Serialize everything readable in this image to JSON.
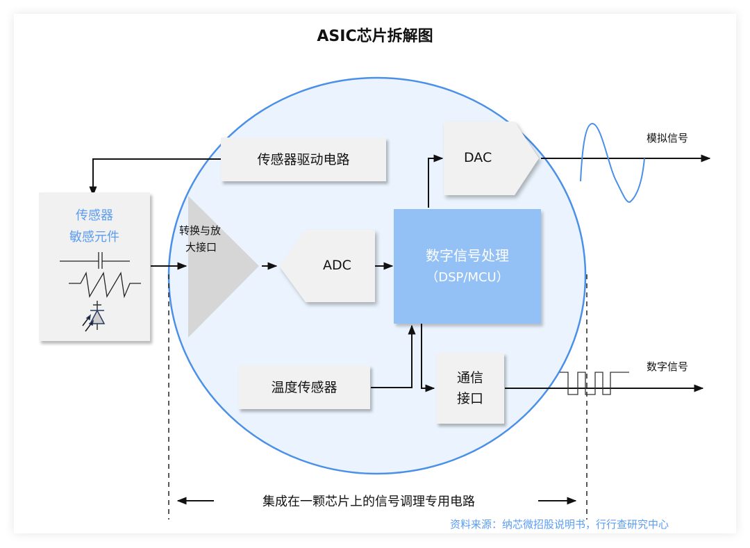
{
  "title": "ASIC芯片拆解图",
  "colors": {
    "chip_fill": "#ebf4fe",
    "chip_stroke": "#4a8fe8",
    "block_fill": "#f1f1f1",
    "dsp_fill": "#93c0f5",
    "accent_text": "#5a9cf0",
    "amp_fill": "#d6d6d6",
    "wave": "#4a8fe8"
  },
  "sensor": {
    "title_line1": "传感器",
    "title_line2": "敏感元件",
    "icons": [
      "capacitor-icon",
      "resistor-icon",
      "photodiode-icon"
    ]
  },
  "blocks": {
    "driver": "传感器驱动电路",
    "amp_line1": "转换与放",
    "amp_line2": "大接口",
    "adc": "ADC",
    "dac": "DAC",
    "dsp_line1": "数字信号处理",
    "dsp_line2": "（DSP/MCU）",
    "temp": "温度传感器",
    "comm_line1": "通信",
    "comm_line2": "接口"
  },
  "outputs": {
    "analog": "模拟信号",
    "digital": "数字信号"
  },
  "span_label": "集成在一颗芯片上的信号调理专用电路",
  "source": "资料来源：纳芯微招股说明书，行行查研究中心"
}
